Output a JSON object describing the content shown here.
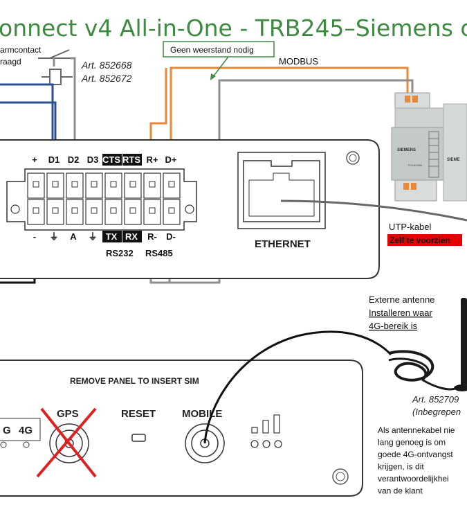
{
  "title": "onnect v4 All-in-One - TRB245–Siemens con",
  "alarm_contact": {
    "line1": "armcontact",
    "line2": "raagd"
  },
  "articles": {
    "contact_a": "Art. 852668",
    "contact_b": "Art. 852672",
    "antenna": "Art. 852709",
    "antenna_note": "(Inbegrepen"
  },
  "callout_no_resistor": "Geen weerstand nodig",
  "modbus_label": "MODBUS",
  "terminal_top_labels": [
    "+",
    "D1",
    "D2",
    "D3",
    "CTS",
    "RTS",
    "R+",
    "D+"
  ],
  "terminal_bottom_labels": [
    "-",
    "⏚",
    "A",
    "⏚",
    "TX",
    "RX",
    "R-",
    "D-"
  ],
  "rs232_label": "RS232",
  "rs485_label": "RS485",
  "ethernet_label": "ETHERNET",
  "utp": {
    "label": "UTP-kabel",
    "note": "Zelf te voorzien"
  },
  "siemens_brand": "SIEMENS",
  "siemens_brand_short": "SIEME",
  "siemens_model": "POL8026M",
  "external_antenna": {
    "line1": "Externe antenne",
    "line2": "Installeren  waar",
    "line3": "4G-bereik is"
  },
  "remove_panel": "REMOVE PANEL TO INSERT SIM",
  "ports": {
    "gps": "GPS",
    "reset": "RESET",
    "mobile": "MOBILE",
    "g_partial": "G",
    "fourg": "4G"
  },
  "cable_note": [
    "Als antennekabel nie",
    "lang genoeg is om",
    "goede 4G-ontvangst",
    "krijgen, is dit",
    "verantwoordelijkhei",
    "van de klant"
  ],
  "colors": {
    "title": "#3d8b40",
    "blue_wire": "#2b4f8c",
    "orange_wire": "#e8893a",
    "gray_wire": "#8e8e8e",
    "red_cross": "#e02020",
    "note_bg": "#e40000",
    "callout_border": "#3d8b40"
  }
}
